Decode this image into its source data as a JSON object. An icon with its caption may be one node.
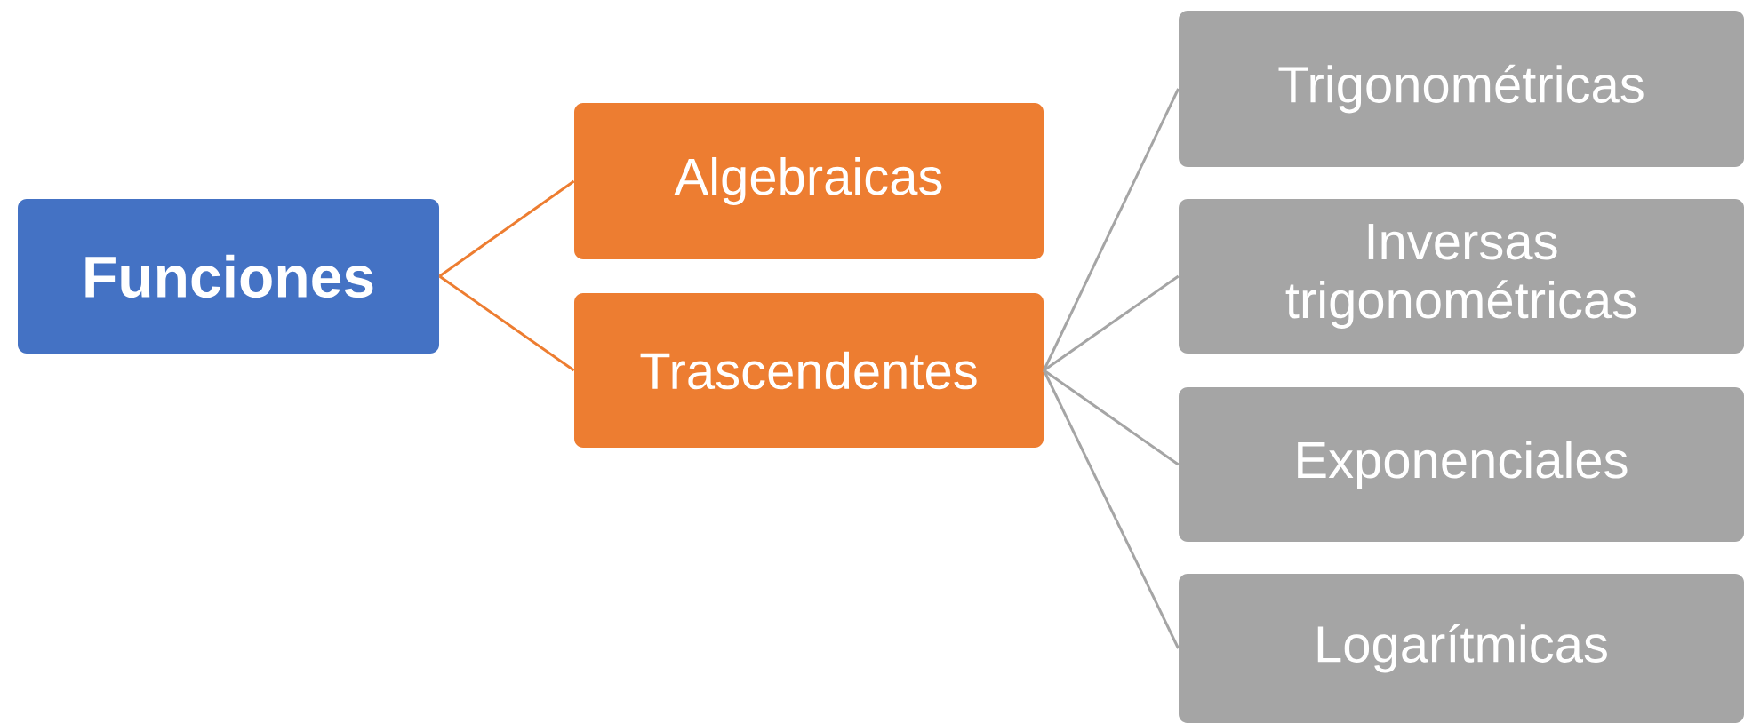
{
  "diagram": {
    "nodes": [
      {
        "text": [
          "Funciones"
        ]
      },
      {
        "text": [
          "Algebraicas"
        ]
      },
      {
        "text": [
          "Trascendentes"
        ]
      },
      {
        "text": [
          "Trigonométricas"
        ]
      },
      {
        "text": [
          "Inversas trigonométricas"
        ]
      },
      {
        "text": [
          "Exponenciales"
        ]
      },
      {
        "text": [
          "Logarítmicas"
        ]
      }
    ],
    "edges": [
      {
        "from": 0,
        "to": 1,
        "arrow": "none",
        "color": "#ed7d31"
      },
      {
        "from": 0,
        "to": 2,
        "arrow": "none",
        "color": "#ed7d31"
      },
      {
        "from": 2,
        "to": 3,
        "arrow": "none"
      },
      {
        "from": 2,
        "to": 4,
        "arrow": "none"
      },
      {
        "from": 2,
        "to": 5,
        "arrow": "none"
      },
      {
        "from": 2,
        "to": 6,
        "arrow": "none"
      }
    ]
  }
}
